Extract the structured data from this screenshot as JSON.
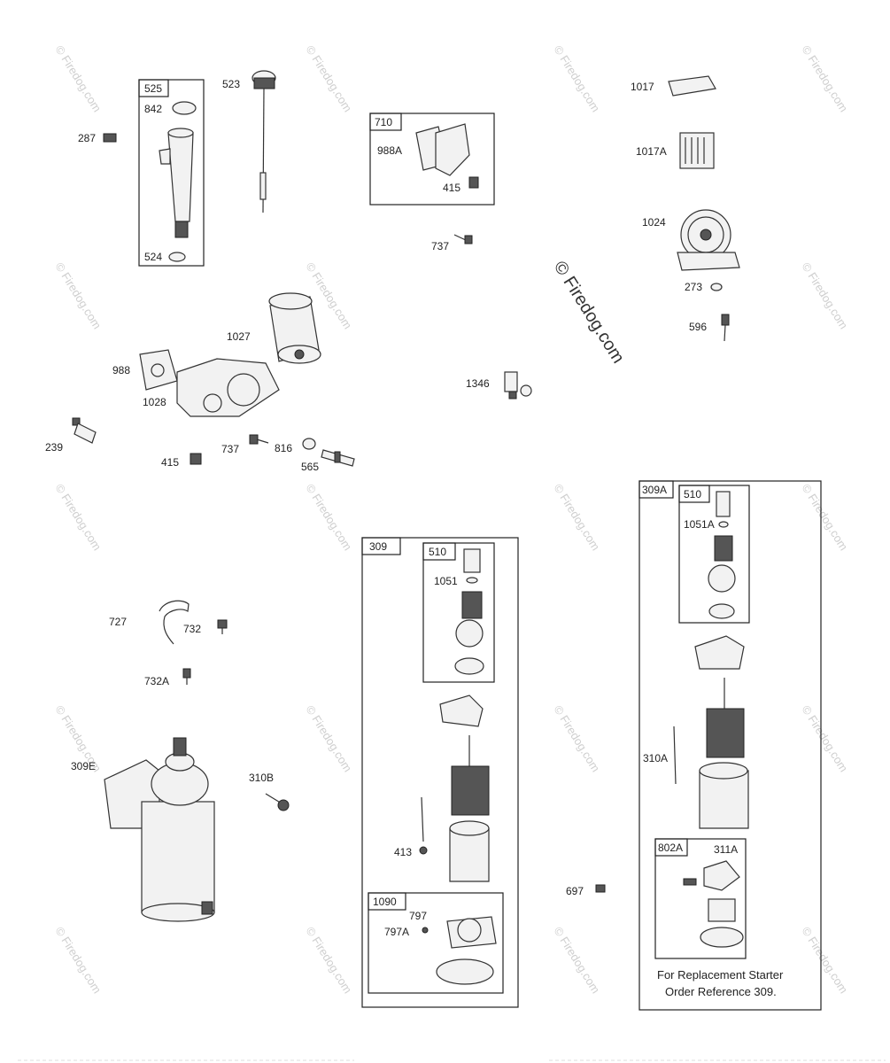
{
  "groups": {
    "g525": "525",
    "g710": "710",
    "g309": "309",
    "g510a": "510",
    "g1090": "1090",
    "g309A": "309A",
    "g510b": "510",
    "g802A": "802A"
  },
  "labels": {
    "p842": "842",
    "p523": "523",
    "p287": "287",
    "p524": "524",
    "p988A": "988A",
    "p415a": "415",
    "p737a": "737",
    "p1017": "1017",
    "p1017A": "1017A",
    "p1024": "1024",
    "p273": "273",
    "p596": "596",
    "p1027": "1027",
    "p988": "988",
    "p1028": "1028",
    "p1346": "1346",
    "p239": "239",
    "p415b": "415",
    "p737b": "737",
    "p816": "816",
    "p565": "565",
    "p727": "727",
    "p732": "732",
    "p732A": "732A",
    "p309E": "309E",
    "p310B": "310B",
    "p1051": "1051",
    "p413": "413",
    "p797": "797",
    "p797A": "797A",
    "p1051A": "1051A",
    "p310A": "310A",
    "p311A": "311A",
    "p697": "697"
  },
  "note": {
    "line1": "For Replacement Starter",
    "line2": "Order Reference 309."
  },
  "watermark": {
    "small": "© Firedog.com",
    "big": "© Firedog.com"
  }
}
